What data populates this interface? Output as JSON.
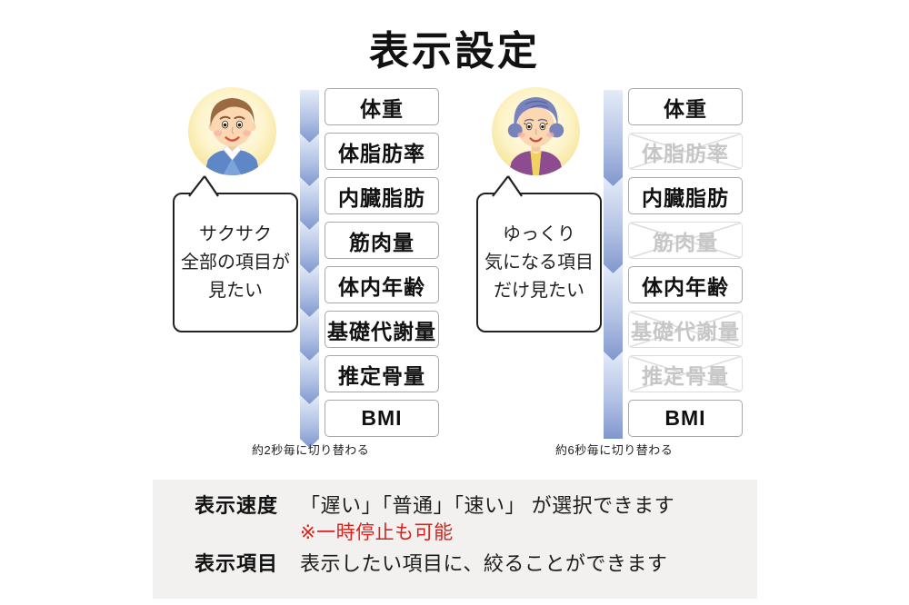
{
  "title": "表示設定",
  "columns": [
    {
      "persona": "young-man",
      "bubble_lines": [
        "サクサク",
        "全部の項目が",
        "見たい"
      ],
      "items": [
        {
          "label": "体重",
          "active": true
        },
        {
          "label": "体脂肪率",
          "active": true
        },
        {
          "label": "内臓脂肪",
          "active": true
        },
        {
          "label": "筋肉量",
          "active": true
        },
        {
          "label": "体内年齢",
          "active": true
        },
        {
          "label": "基礎代謝量",
          "active": true
        },
        {
          "label": "推定骨量",
          "active": true
        },
        {
          "label": "BMI",
          "active": true
        }
      ],
      "arrow_segments": 8,
      "arrow_end": "point",
      "caption": "約2秒毎に切り替わる"
    },
    {
      "persona": "elderly-woman",
      "bubble_lines": [
        "ゆっくり",
        "気になる項目",
        "だけ見たい"
      ],
      "items": [
        {
          "label": "体重",
          "active": true
        },
        {
          "label": "体脂肪率",
          "active": false
        },
        {
          "label": "内臓脂肪",
          "active": true
        },
        {
          "label": "筋肉量",
          "active": false
        },
        {
          "label": "体内年齢",
          "active": true
        },
        {
          "label": "基礎代謝量",
          "active": false
        },
        {
          "label": "推定骨量",
          "active": false
        },
        {
          "label": "BMI",
          "active": true
        }
      ],
      "arrow_segments": 4,
      "arrow_end": "flat",
      "caption": "約6秒毎に切り替わる"
    }
  ],
  "footer": {
    "speed_label": "表示速度",
    "speed_text": "「遅い」「普通」「速い」 が選択できます",
    "speed_note": "※一時停止も可能",
    "items_label": "表示項目",
    "items_text": "表示したい項目に、絞ることができます"
  },
  "colors": {
    "arrow_light": "#e4ecf8",
    "arrow_mid": "#b3c2e5",
    "arrow_dark": "#8097cd",
    "note_red": "#d7231e",
    "footer_bg": "#f2f1ef",
    "inactive_gray": "#c6c6c6"
  }
}
